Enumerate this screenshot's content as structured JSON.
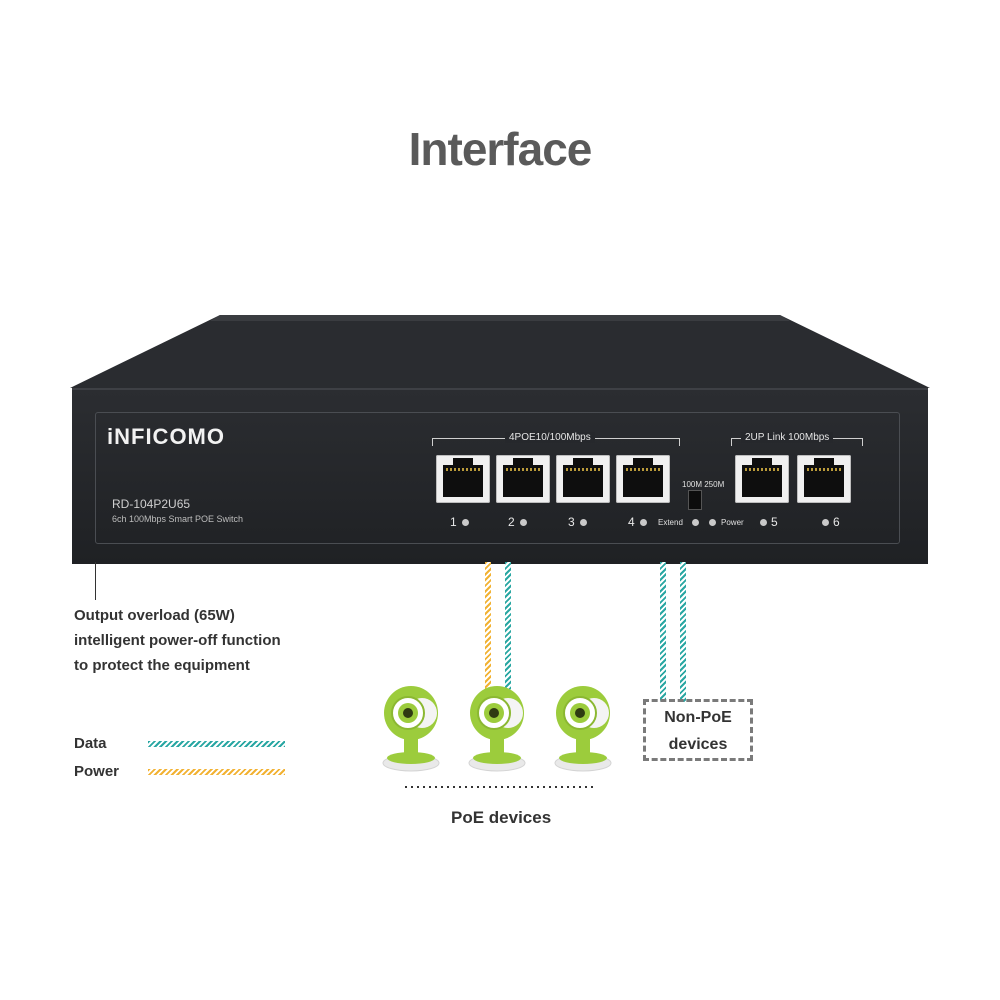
{
  "title": "Interface",
  "device": {
    "brand": "iNFICOMO",
    "model": "RD-104P2U65",
    "description": "6ch 100Mbps Smart POE Switch",
    "poe_group_label": "4POE10/100Mbps",
    "uplink_group_label": "2UP Link 100Mbps",
    "switch_label": "100M 250M",
    "extend_label": "Extend",
    "power_label": "Power",
    "ports": [
      {
        "label": "1"
      },
      {
        "label": "2"
      },
      {
        "label": "3"
      },
      {
        "label": "4"
      },
      {
        "label": "5"
      },
      {
        "label": "6"
      }
    ]
  },
  "note": {
    "line1": "Output overload (65W)",
    "line2": "intelligent power-off function",
    "line3": "to protect the equipment"
  },
  "legend": {
    "data_label": "Data",
    "power_label": "Power",
    "data_color": "#2aa7a3",
    "power_color": "#f2b233"
  },
  "poe_devices_label": "PoE devices",
  "non_poe": {
    "line1": "Non-PoE",
    "line2": "devices"
  },
  "colors": {
    "switch_body": "#232529",
    "camera_green": "#9ccc3c"
  },
  "icons": [
    "camera-icon",
    "rj45-port-icon"
  ]
}
